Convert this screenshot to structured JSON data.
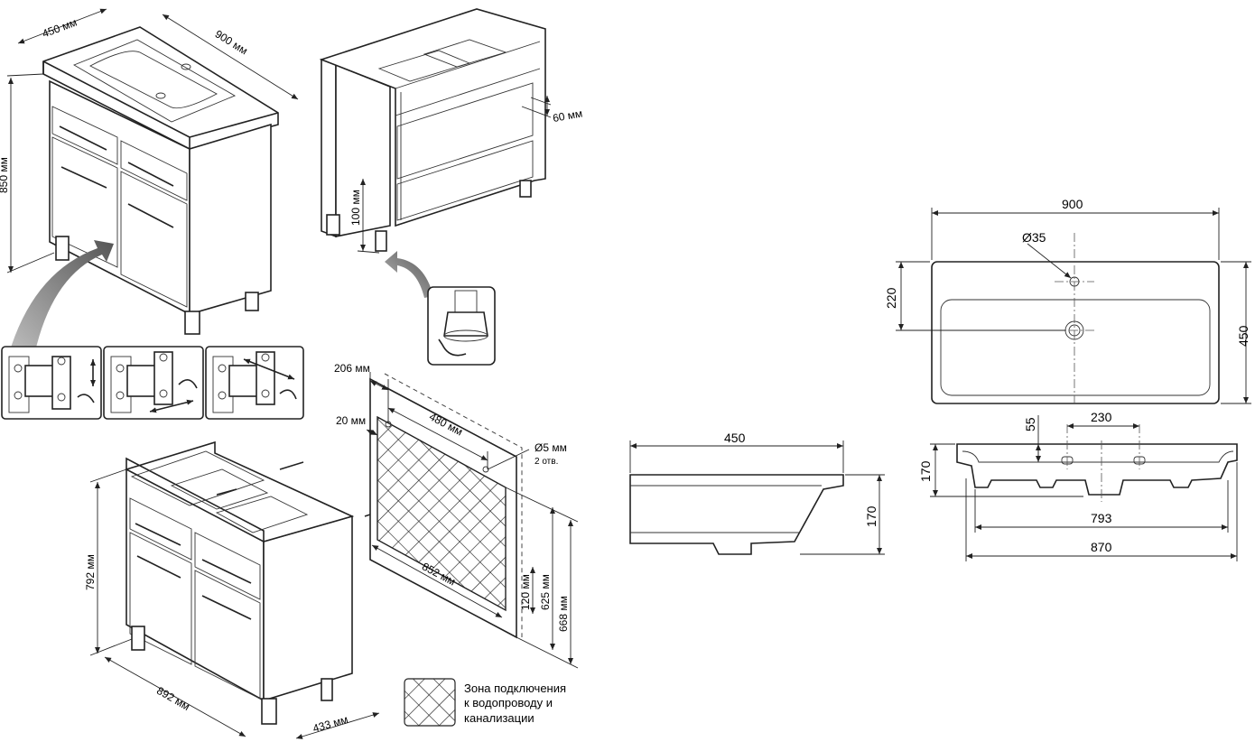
{
  "cabinet_top_view": {
    "depth_label": "450 мм",
    "width_label": "900 мм",
    "height_label": "850 мм"
  },
  "cabinet_back_view": {
    "offset_label": "60 мм",
    "leg_label": "100 мм"
  },
  "back_panel": {
    "width_label": "852 мм",
    "hole_offset_label": "206 мм",
    "edge_label": "20 мм",
    "hole_spacing_label": "480 мм",
    "hole_label": "Ø5 мм",
    "hole_count_label": "2 отв.",
    "zone_bottom_label": "120 мм",
    "zone_top_label": "625 мм",
    "total_height_label": "668 мм"
  },
  "cabinet_bottom_view": {
    "height_label": "792 мм",
    "width_label": "892 мм",
    "depth_label": "433 мм"
  },
  "legend": {
    "line1": "Зона подключения",
    "line2": "к водопроводу и",
    "line3": "канализации"
  },
  "basin_top": {
    "width": "900",
    "hole": "Ø35",
    "offset": "220",
    "depth": "450"
  },
  "basin_side": {
    "depth": "450",
    "height": "170"
  },
  "basin_front": {
    "offset": "55",
    "spacing": "230",
    "height": "170",
    "inner_width": "793",
    "outer_width": "870"
  }
}
